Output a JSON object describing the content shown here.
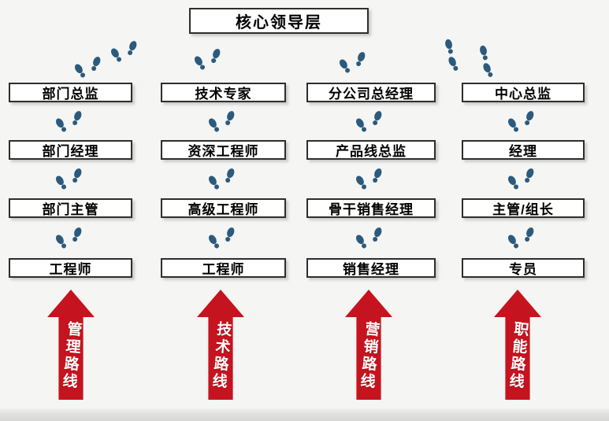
{
  "diagram_title": "核心领导层",
  "columns": [
    {
      "id": "management",
      "path": "管理路线",
      "levels": [
        "部门总监",
        "部门经理",
        "部门主管",
        "工程师"
      ]
    },
    {
      "id": "technical",
      "path": "技术路线",
      "levels": [
        "技术专家",
        "资深工程师",
        "高级工程师",
        "工程师"
      ]
    },
    {
      "id": "marketing",
      "path": "营销路线",
      "levels": [
        "分公司总经理",
        "产品线总监",
        "骨干销售经理",
        "销售经理"
      ]
    },
    {
      "id": "functional",
      "path": "职能路线",
      "levels": [
        "中心总监",
        "经理",
        "主管/组长",
        "专员"
      ]
    }
  ],
  "icons": {
    "between_levels": "footprints-icon"
  },
  "colors": {
    "background": "#f5f5f3",
    "box_fill": "#ffffff",
    "box_border": "#2e2e2e",
    "footprint_blue": "#2b5a7d",
    "arrow_red": "#c5141f",
    "arrow_text": "#ffffff"
  }
}
